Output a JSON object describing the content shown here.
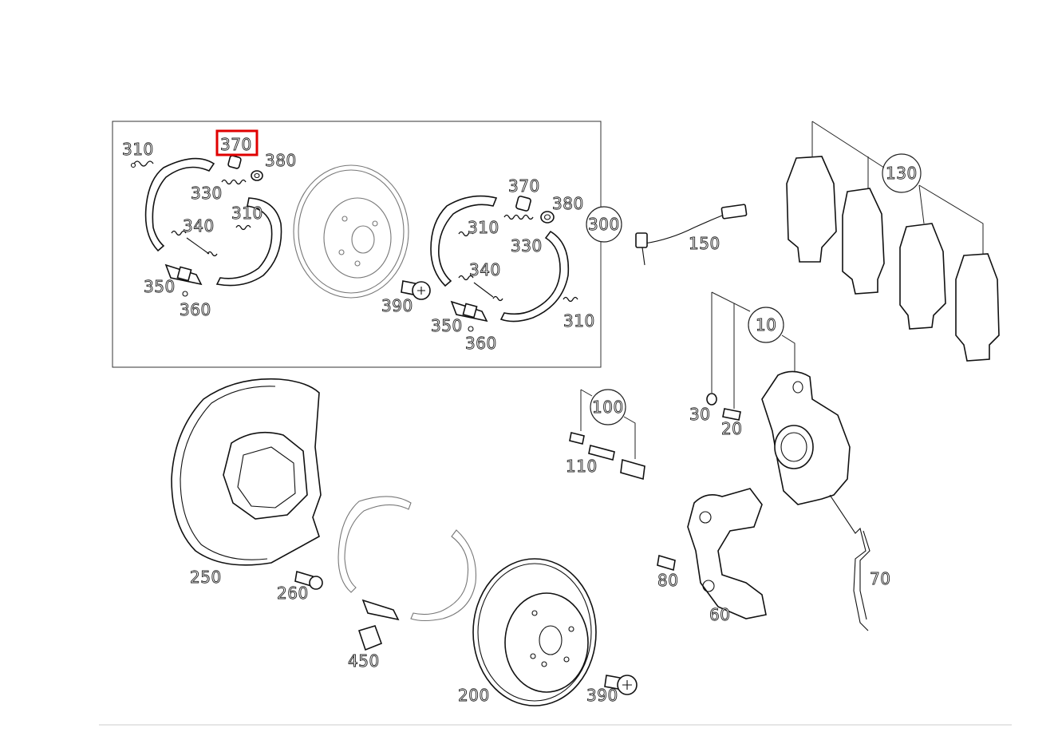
{
  "diagram": {
    "highlighted_callout": "370",
    "labels": {
      "l310a": "310",
      "l370a": "370",
      "l380a": "380",
      "l330a": "330",
      "l310b": "310",
      "l340a": "340",
      "l350a": "350",
      "l360a": "360",
      "l390a": "390",
      "l370b": "370",
      "l380b": "380",
      "l310c": "310",
      "l330b": "330",
      "l340b": "340",
      "l350b": "350",
      "l360b": "360",
      "l310d": "310",
      "l300": "300",
      "l150": "150",
      "l130": "130",
      "l10": "10",
      "l100": "100",
      "l110": "110",
      "l30": "30",
      "l20": "20",
      "l250": "250",
      "l260": "260",
      "l450": "450",
      "l200": "200",
      "l390b": "390",
      "l80": "80",
      "l60": "60",
      "l70": "70"
    }
  }
}
